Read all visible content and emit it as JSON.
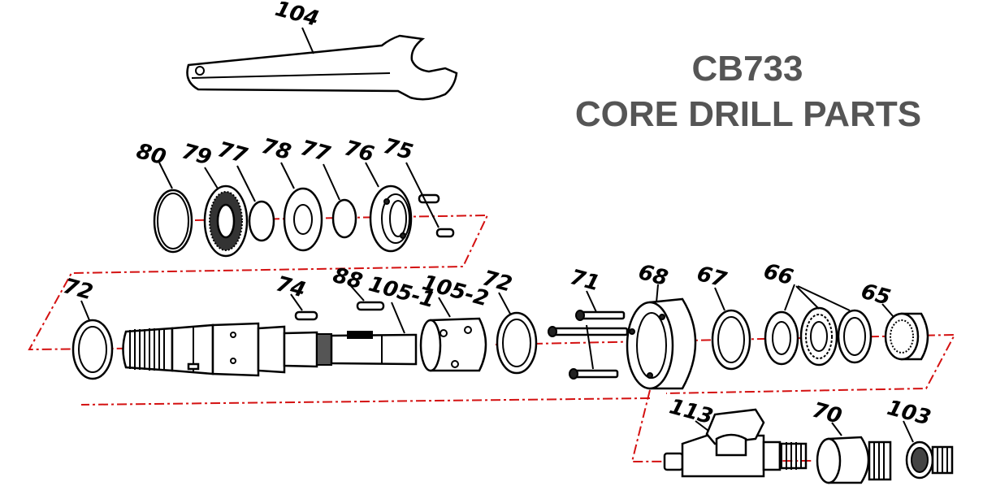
{
  "title": {
    "line1": "CB733",
    "line2": "CORE DRILL PARTS"
  },
  "parts": {
    "p104": "104",
    "p80": "80",
    "p79": "79",
    "p77a": "77",
    "p78": "78",
    "p77b": "77",
    "p76": "76",
    "p75": "75",
    "p72a": "72",
    "p74": "74",
    "p88": "88",
    "p105_1": "105-1",
    "p105_2": "105-2",
    "p72b": "72",
    "p71": "71",
    "p68": "68",
    "p67": "67",
    "p66": "66",
    "p65": "65",
    "p113": "113",
    "p70": "70",
    "p103": "103"
  },
  "colors": {
    "title": "#555555",
    "centerline": "#d41111",
    "ink": "#000000"
  }
}
